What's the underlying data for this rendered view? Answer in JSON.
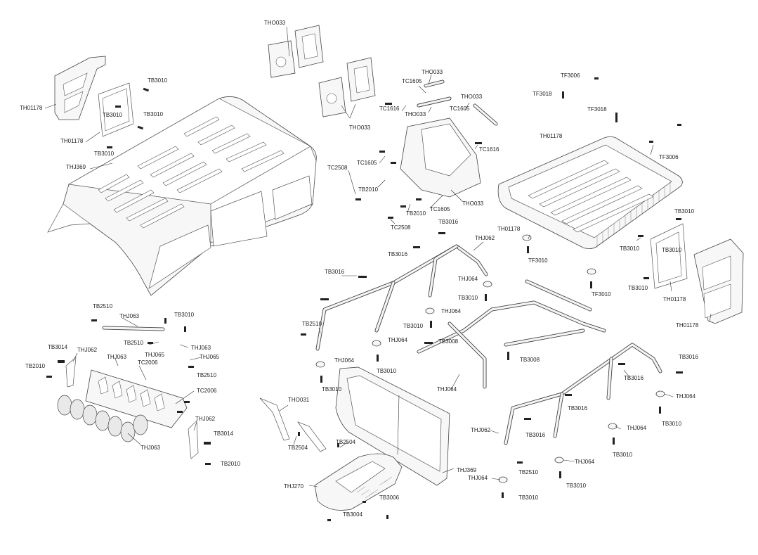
{
  "labels": {
    "tho033_a": "THO033",
    "tho033_b": "THO033",
    "tho033_c": "THO033",
    "tho033_d": "THO033",
    "tho033_e": "THO033",
    "tho033_f": "THO033",
    "th01178_a": "TH01178",
    "th01178_b": "TH01178",
    "th01178_c": "TH01178",
    "th01178_d": "TH01178",
    "th01178_e": "TH01178",
    "th01178_f": "TH01178",
    "tb3010_a": "TB3010",
    "tb3010_b": "TB3010",
    "tb3010_c": "TB3010",
    "tb3010_d": "TB3010",
    "tb3010_e": "TB3010",
    "tb3010_f": "TB3010",
    "tb3010_g": "TB3010",
    "tb3010_h": "TB3010",
    "tb3010_i": "TB3010",
    "tb3010_j": "TB3010",
    "tb3010_k": "TB3010",
    "tb3010_l": "TB3010",
    "tb3010_m": "TB3010",
    "tb3010_n": "TB3010",
    "tb3010_o": "TB3010",
    "tb3010_p": "TB3010",
    "tb3010_q": "TB3010",
    "thj369_a": "THJ369",
    "thj369_b": "THJ369",
    "tc1605_a": "TC1605",
    "tc1605_b": "TC1605",
    "tc1605_c": "TC1605",
    "tc1605_d": "TC1605",
    "tc1616_a": "TC1616",
    "tc1616_b": "TC1616",
    "tc2508_a": "TC2508",
    "tc2508_b": "TC2508",
    "tb2010_a": "TB2010",
    "tb2010_b": "TB2010",
    "tb2010_c": "TB2010",
    "tb2010_d": "TB2010",
    "tf3006_a": "TF3006",
    "tf3006_b": "TF3006",
    "tf3018_a": "TF3018",
    "tf3018_b": "TF3018",
    "tb3016_a": "TB3016",
    "tb3016_b": "TB3016",
    "tb3016_c": "TB3016",
    "tb3016_d": "TB3016",
    "tb3016_e": "TB3016",
    "tb3016_f": "TB3016",
    "tb3016_g": "TB3016",
    "thj062_a": "THJ062",
    "thj062_b": "THJ062",
    "thj062_c": "THJ062",
    "thj062_d": "THJ062",
    "thj064_a": "THJ064",
    "thj064_b": "THJ064",
    "thj064_c": "THJ064",
    "thj064_d": "THJ064",
    "thj064_e": "THJ064",
    "thj064_f": "THJ064",
    "thj064_g": "THJ064",
    "thj064_h": "THJ064",
    "thj064_i": "THJ064",
    "tf3010_a": "TF3010",
    "tf3010_b": "TF3010",
    "tb2510_a": "TB2510",
    "tb2510_b": "TB2510",
    "tb2510_c": "TB2510",
    "tb2510_d": "TB2510",
    "tb2510_e": "TB2510",
    "thj063_a": "THJ063",
    "thj063_b": "THJ063",
    "thj063_c": "THJ063",
    "thj063_d": "THJ063",
    "thj065_a": "THJ065",
    "thj065_b": "THJ065",
    "tb3014_a": "TB3014",
    "tb3014_b": "TB3014",
    "tc2006_a": "TC2006",
    "tc2006_b": "TC2006",
    "tb3008_a": "TB3008",
    "tb3008_b": "TB3008",
    "tho031": "THO031",
    "tb2504_a": "TB2504",
    "tb2504_b": "TB2504",
    "thj270": "THJ270",
    "tb3006": "TB3006",
    "tb3004": "TB3004"
  }
}
